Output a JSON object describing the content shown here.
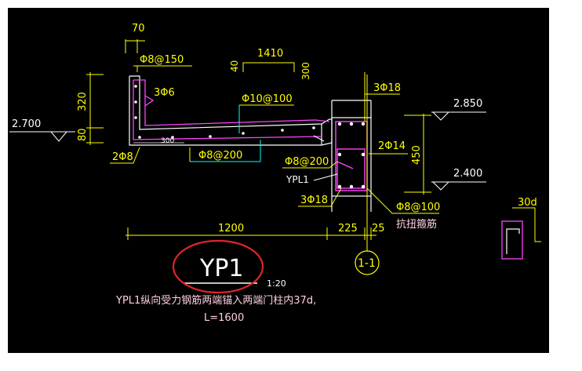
{
  "drawing": {
    "title": "YP1",
    "scale": "1:20",
    "note_line1": "YPL1纵向受力钢筋两端锚入两端门柱内37d,",
    "note_line2": "L=1600",
    "section_mark": "1-1"
  },
  "dimensions": {
    "top_70": "70",
    "top_1410": "1410",
    "top_40": "40",
    "top_300": "300",
    "left_320": "320",
    "left_80": "80",
    "inner_300": "300",
    "bottom_1200": "1200",
    "bottom_225": "225",
    "bottom_25": "25",
    "right_450": "450",
    "detail_30d": "30d"
  },
  "elevations": {
    "left": "2.700",
    "right_top": "2.850",
    "right_bottom": "2.400"
  },
  "rebar_labels": {
    "stirrup_top": "Φ8@150",
    "slab_3d6": "3Φ6",
    "slab_main": "Φ10@100",
    "bottom_2d8": "2Φ8",
    "dist_8_200": "Φ8@200",
    "beam_top": "3Φ18",
    "beam_side": "2Φ14",
    "beam_stirrup": "Φ8@200",
    "beam_name": "YPL1",
    "beam_bottom": "3Φ18",
    "torsion_stirrup": "Φ8@100",
    "torsion_text": "抗扭箍筋"
  },
  "colors": {
    "background": "#000000",
    "dimension": "#ffff00",
    "concrete": "#ffffff",
    "rebar": "#ff44ff",
    "stirrup": "#ff44ff",
    "leader": "#00ffff",
    "highlight_circle": "#e0252a",
    "text_pink": "#ffd0e0"
  }
}
